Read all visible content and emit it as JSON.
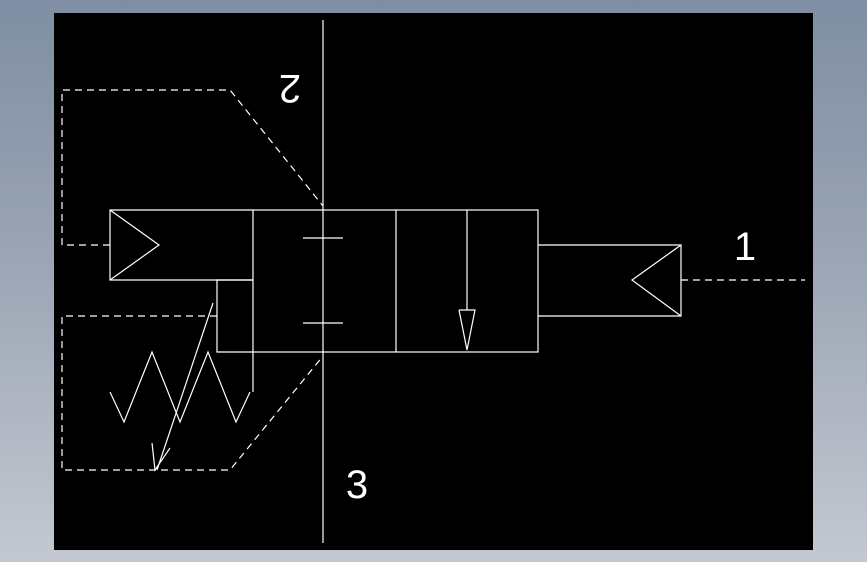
{
  "colors": {
    "background_gradient_top": "#7f8ea3",
    "background_gradient_bottom": "#c3c8d1",
    "canvas": "#000000",
    "lines": "#ffffff"
  },
  "ports": {
    "port_2": "2",
    "port_1": "1",
    "port_3": "3"
  }
}
